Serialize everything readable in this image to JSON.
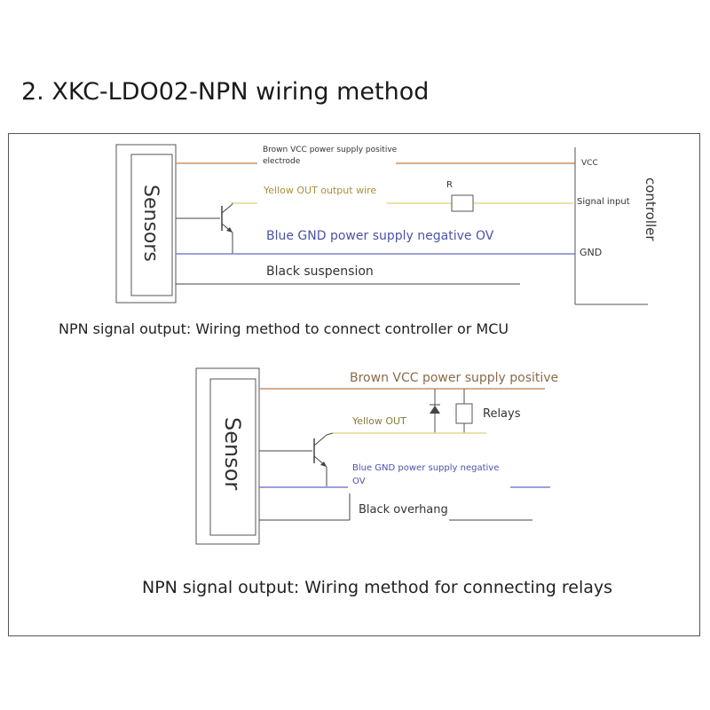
{
  "title": "2. XKC-LDO02-NPN wiring method",
  "diagram1": {
    "sensor_label": "Sensors",
    "controller_label": "controller",
    "brown_wire_line1": "Brown VCC power supply positive",
    "brown_wire_line2": "electrode",
    "yellow_wire": "Yellow OUT output wire",
    "resistor_label": "R",
    "blue_wire": "Blue GND power supply negative OV",
    "black_wire": "Black suspension",
    "vcc_label": "VCC",
    "signal_input_label": "Signal input",
    "gnd_label": "GND",
    "caption": "NPN signal output: Wiring method to connect controller or MCU"
  },
  "diagram2": {
    "sensor_label": "Sensor",
    "brown_wire": "Brown VCC power supply positive",
    "yellow_wire": "Yellow OUT",
    "relay_label": "Relays",
    "blue_wire_line1": "Blue GND power supply negative",
    "blue_wire_line2": "OV",
    "black_wire": "Black overhang",
    "caption": "NPN signal output: Wiring method for connecting relays"
  },
  "colors": {
    "brown": "#c9926a",
    "yellow": "#e4d88a",
    "blue": "#7b80d4",
    "black": "#444444"
  }
}
